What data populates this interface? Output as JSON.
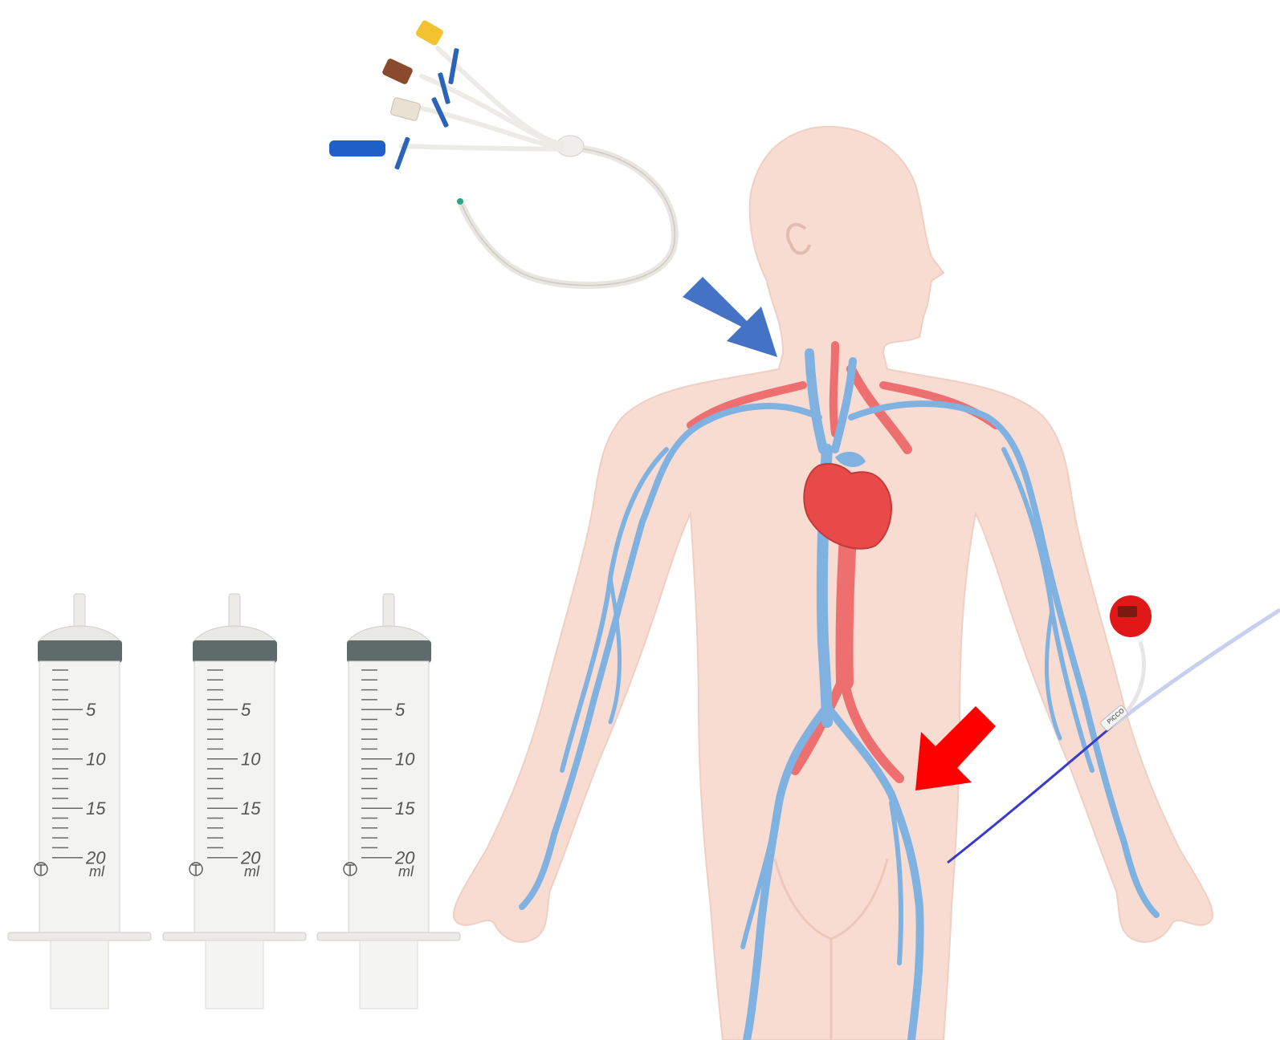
{
  "syringe": {
    "ticks": [
      "5",
      "10",
      "15",
      "20"
    ],
    "unit": "ml"
  },
  "picco": {
    "label": "PiCCO"
  },
  "colors": {
    "skin": "#f8dcd2",
    "skin_outline": "#eccabc",
    "vein": "#7fb2e0",
    "artery": "#ee6f6f",
    "heart": "#e84a4a",
    "arrow_blue": "#4472c4",
    "arrow_red": "#ff0000"
  },
  "icons": [
    "central-venous-catheter-icon",
    "syringe-icon",
    "picco-catheter-icon",
    "arrow-icon",
    "heart-icon"
  ]
}
